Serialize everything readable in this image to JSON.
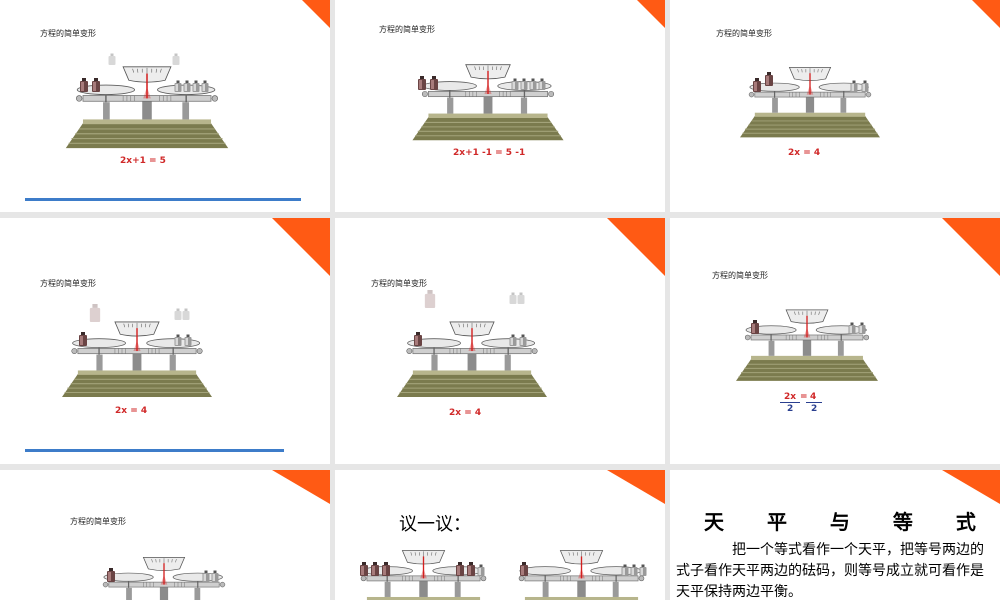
{
  "accent_color": "#ff5a14",
  "bar_color": "#3d7cc9",
  "slides": [
    {
      "title": "方程的简单变形",
      "equation": "2x+1    = 5"
    },
    {
      "title": "方程的简单变形",
      "equation": "2x+1 -1 = 5 -1"
    },
    {
      "title": "方程的简单变形",
      "equation": "2x  =  4"
    },
    {
      "title": "方程的简单变形",
      "equation": "2x  =  4"
    },
    {
      "title": "方程的简单变形",
      "equation": "2x  =  4"
    },
    {
      "title": "方程的简单变形",
      "fraction": {
        "lnum": "2x",
        "lden": "2",
        "eq": "=",
        "rnum": "4",
        "rden": "2"
      }
    },
    {
      "title": "方程的简单变形"
    },
    {
      "title": "议一议："
    },
    {
      "title": "天 平 与 等 式",
      "body": "把一个等式看作一个天平，把等号两边的式子看作天平两边的砝码，则等号成立就可看作是天平保持两边平衡。"
    }
  ]
}
